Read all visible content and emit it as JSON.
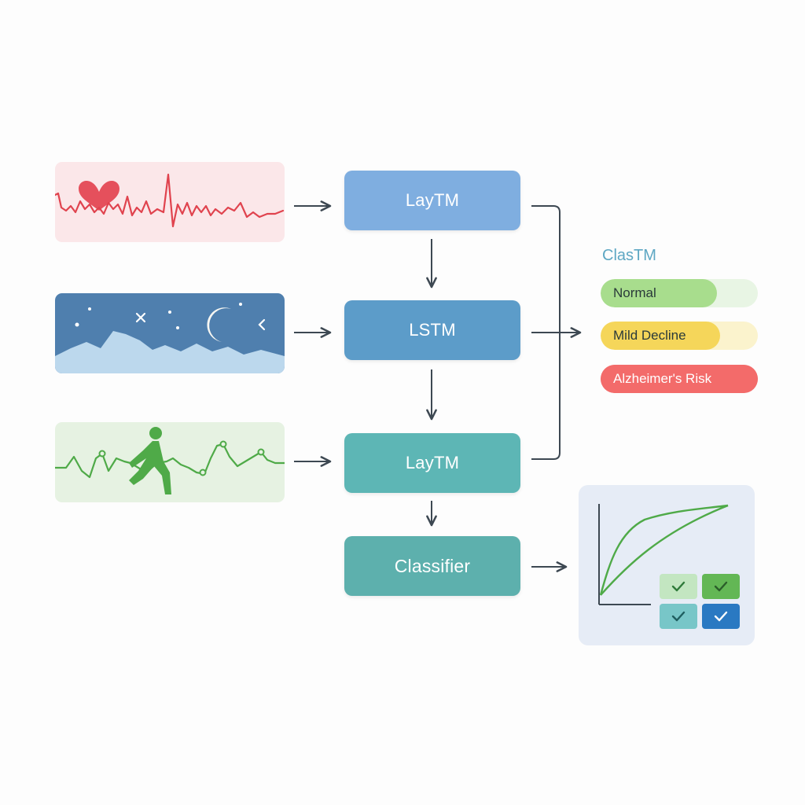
{
  "inputs": [
    {
      "name": "heart-signal",
      "color": "#e0434e"
    },
    {
      "name": "sleep-scene",
      "color": "#4f7fae"
    },
    {
      "name": "gait-signal",
      "color": "#4faa48"
    }
  ],
  "pipeline": {
    "node_1_label": "LayTM",
    "node_2_label": "LSTM",
    "node_3_label": "LayTM",
    "classifier_label": "Classifier"
  },
  "classes": {
    "title": "ClasTM",
    "items": [
      {
        "label": "Normal",
        "color": "#a8dd8d",
        "level": 0.74
      },
      {
        "label": "Mild Decline",
        "color": "#f5d65a",
        "level": 0.76
      },
      {
        "label": "Alzheimer's Risk",
        "color": "#f36b6a",
        "level": 1.0
      }
    ]
  },
  "result": {
    "icons": [
      "roc-curve-icon",
      "check-icon",
      "check-icon",
      "check-icon",
      "check-icon"
    ]
  },
  "colors": {
    "arrow": "#3d4852",
    "heart": "#e0434e",
    "gait": "#4faa48",
    "accent_teal": "#5db6b5"
  }
}
